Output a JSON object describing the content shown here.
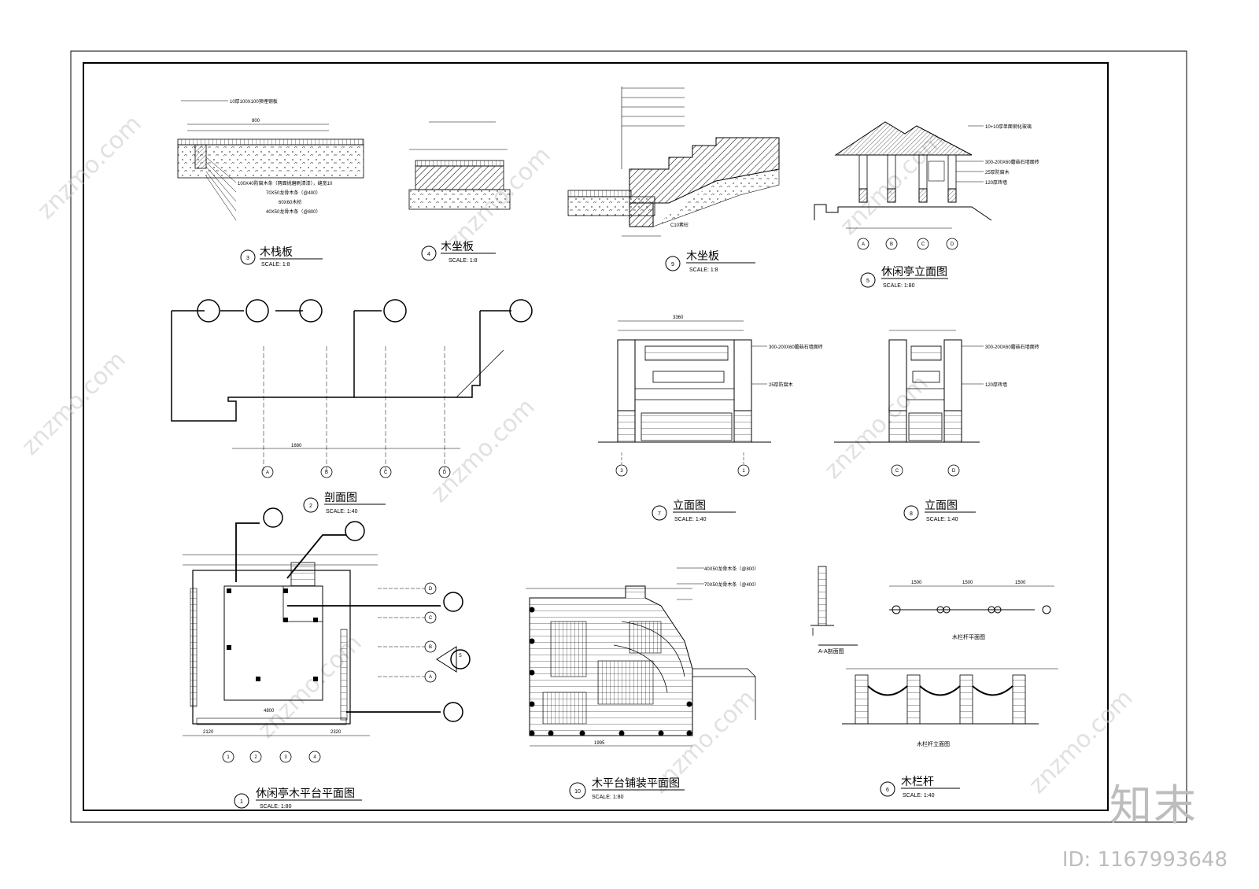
{
  "drawings": [
    {
      "num": "3",
      "title": "木栈板",
      "scale": "SCALE: 1:8"
    },
    {
      "num": "4",
      "title": "木坐板",
      "scale": "SCALE: 1:8"
    },
    {
      "num": "9",
      "title": "木坐板",
      "scale": "SCALE: 1:8"
    },
    {
      "num": "5",
      "title": "休闲亭立面图",
      "scale": "SCALE: 1:80"
    },
    {
      "num": "2",
      "title": "剖面图",
      "scale": "SCALE: 1:40"
    },
    {
      "num": "7",
      "title": "立面图",
      "scale": "SCALE: 1:40"
    },
    {
      "num": "8",
      "title": "立面图",
      "scale": "SCALE: 1:40"
    },
    {
      "num": "1",
      "title": "休闲亭木平台平面图",
      "scale": "SCALE: 1:80"
    },
    {
      "num": "10",
      "title": "木平台铺装平面图",
      "scale": "SCALE: 1:80"
    },
    {
      "num": "6",
      "title": "木栏杆",
      "scale": "SCALE: 1:40"
    }
  ],
  "sub_labels": {
    "aa_section": "A-A剖面图",
    "rail_plan": "木栏杆平面图",
    "rail_elev": "木栏杆立面图"
  },
  "axis_labels": [
    "A",
    "B",
    "C",
    "D"
  ],
  "dims": {
    "d800": "800",
    "d3360": "3360",
    "d1680": "1680",
    "d1500": "1500",
    "d1995": "1995",
    "d4800": "4800",
    "d2120": "2120",
    "d2320": "2320"
  },
  "notes": {
    "n1": "10厚100X100预埋钢板",
    "n2": "100X40防腐木条（两面抛磨刷清漆），缝宽10",
    "n3": "70X50龙骨木条（@400）",
    "n4": "60X60木枋",
    "n5": "40X50龙骨木条（@800）",
    "n6": "300-200X60蘑菇石墙面砖",
    "n7": "25厚防腐木",
    "n8": "120厚砖墙",
    "n9": "C10素砼",
    "n10": "10+10厚单面钢化玻璃"
  },
  "watermark": "znzmo.com",
  "brand": "知末",
  "image_id": "ID: 1167993648"
}
